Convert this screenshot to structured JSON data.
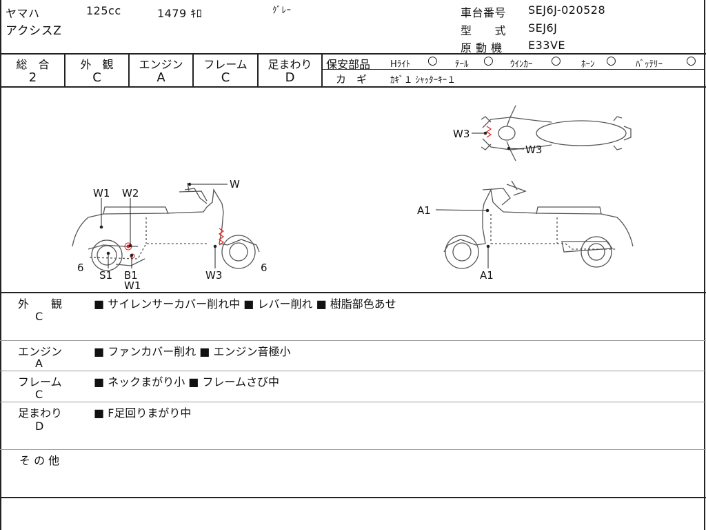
{
  "header": {
    "maker": "ヤマハ",
    "displacement": "125cc",
    "mileage": "1479 ｷﾛ",
    "color": "ｸﾞﾚｰ",
    "model_name": "アクシスZ",
    "frame_no_label": "車台番号",
    "frame_no": "SEJ6J-020528",
    "type_label": "型　　式",
    "type": "SEJ6J",
    "engine_label": "原 動 機",
    "engine": "E33VE"
  },
  "grades": [
    {
      "label": "総　合",
      "value": "2"
    },
    {
      "label": "外　観",
      "value": "C"
    },
    {
      "label": "エンジン",
      "value": "A"
    },
    {
      "label": "フレーム",
      "value": "C"
    },
    {
      "label": "足まわり",
      "value": "D"
    }
  ],
  "safety": {
    "label": "保安部品",
    "headlight": "Hﾗｲﾄ",
    "tail": "ﾃｰﾙ",
    "winker": "ｳｲﾝｶｰ",
    "horn": "ﾎｰﾝ",
    "battery": "ﾊﾞｯﾃﾘｰ",
    "mark": "○"
  },
  "keys": {
    "label": "カ　ギ",
    "value": "ｶｷﾞ１ ｼｬｯﾀｰｷｰ１"
  },
  "diagram_labels": {
    "w1_top": "W1",
    "w2": "W2",
    "w_handle": "W",
    "six_left": "6",
    "s1": "S1",
    "b1": "B1",
    "w1_bottom": "W1",
    "w3_left": "W3",
    "six_right": "6",
    "w3_top_a": "W3",
    "w3_top_b": "W3",
    "a1_top": "A1",
    "a1_bottom": "A1"
  },
  "sections": [
    {
      "label": "外　　観",
      "grade": "C",
      "text": "■ サイレンサーカバー削れ中 ■ レバー削れ ■ 樹脂部色あせ"
    },
    {
      "label": "エンジン",
      "grade": "A",
      "text": "■ ファンカバー削れ ■ エンジン音極小"
    },
    {
      "label": "フレーム",
      "grade": "C",
      "text": "■ ネックまがり小 ■ フレームさび中"
    },
    {
      "label": "足まわり",
      "grade": "D",
      "text": "■ F足回りまがり中"
    },
    {
      "label": "そ の 他",
      "grade": "",
      "text": ""
    }
  ]
}
